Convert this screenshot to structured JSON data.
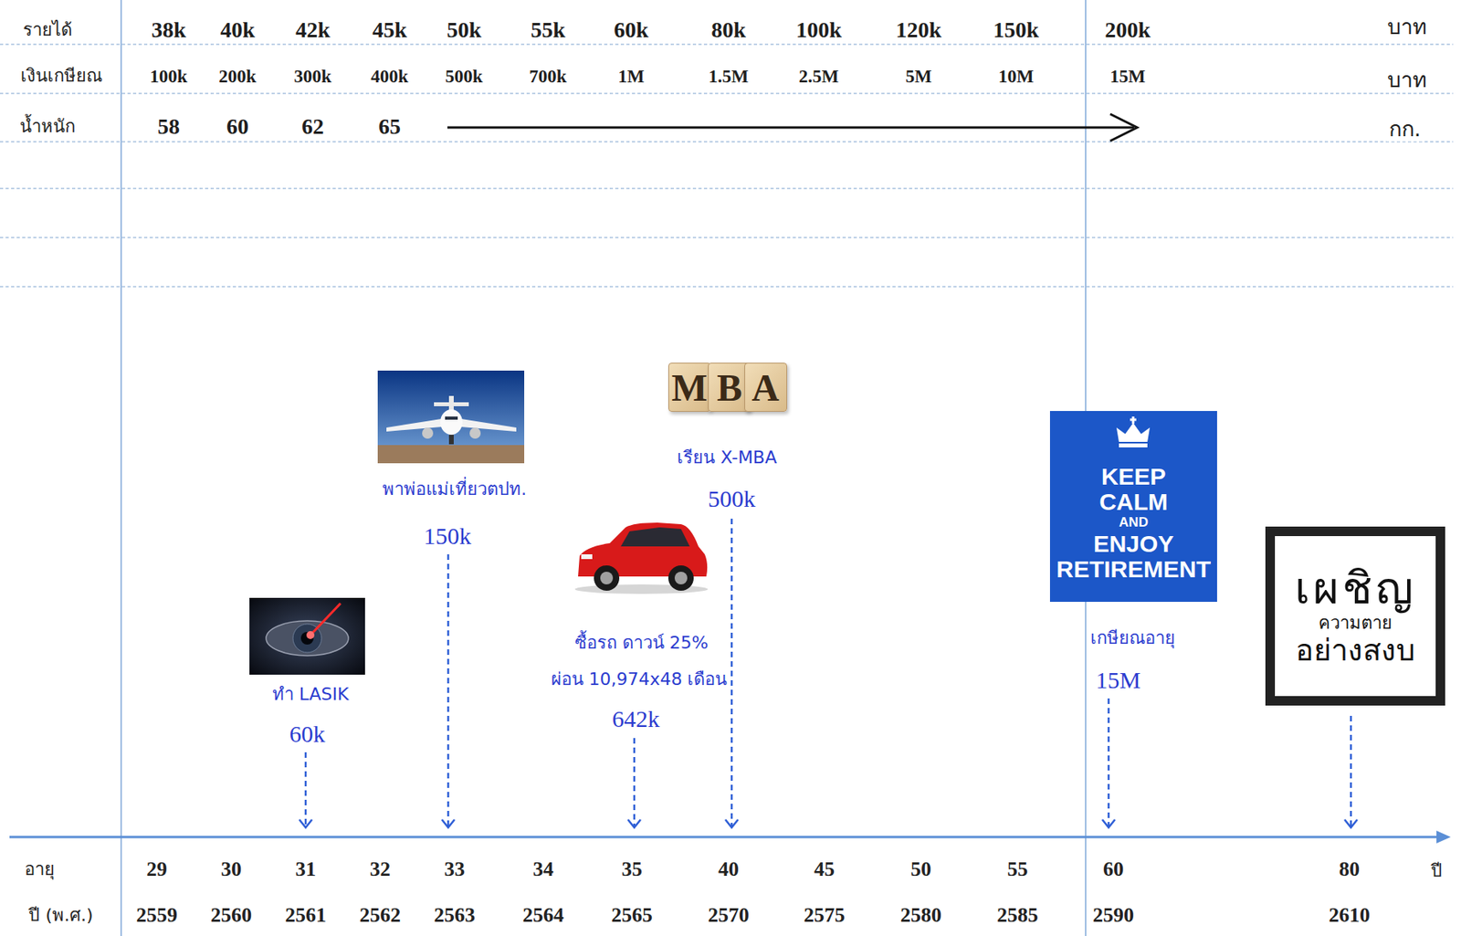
{
  "diagram": {
    "nodes": [
      {
        "text": [
          "KEEP CALM",
          "AND",
          "ENJOY RETIREMENT"
        ]
      },
      {
        "text": [
          "เผชิญ",
          "ความตาย",
          "อย่างสงบ"
        ]
      }
    ],
    "labels": [
      "รายได้",
      "38k",
      "40k",
      "42k",
      "45k",
      "50k",
      "55k",
      "60k",
      "80k",
      "100k",
      "120k",
      "150k",
      "200k",
      "บาท",
      "เงินเกษียณ",
      "100k",
      "200k",
      "300k",
      "400k",
      "500k",
      "700k",
      "1M",
      "1.5M",
      "2.5M",
      "5M",
      "10M",
      "15M",
      "บาท",
      "น้ำหนัก",
      "58",
      "60",
      "62",
      "65",
      "กก.",
      "MBA",
      "ทำ LASIK",
      "60k",
      "พาพ่อแม่เที่ยวตปท.",
      "150k",
      "ซื้อรถ ดาวน์ 25%",
      "ผ่อน 10,974x48 เดือน",
      "642k",
      "เรียน X-MBA",
      "500k",
      "เกษียณอายุ",
      "15M",
      "อายุ",
      "29",
      "30",
      "31",
      "32",
      "33",
      "34",
      "35",
      "40",
      "45",
      "50",
      "55",
      "60",
      "80",
      "ปี",
      "ปี (พ.ศ.)",
      "2559",
      "2560",
      "2561",
      "2562",
      "2563",
      "2564",
      "2565",
      "2570",
      "2575",
      "2580",
      "2585",
      "2590",
      "2610"
    ]
  }
}
